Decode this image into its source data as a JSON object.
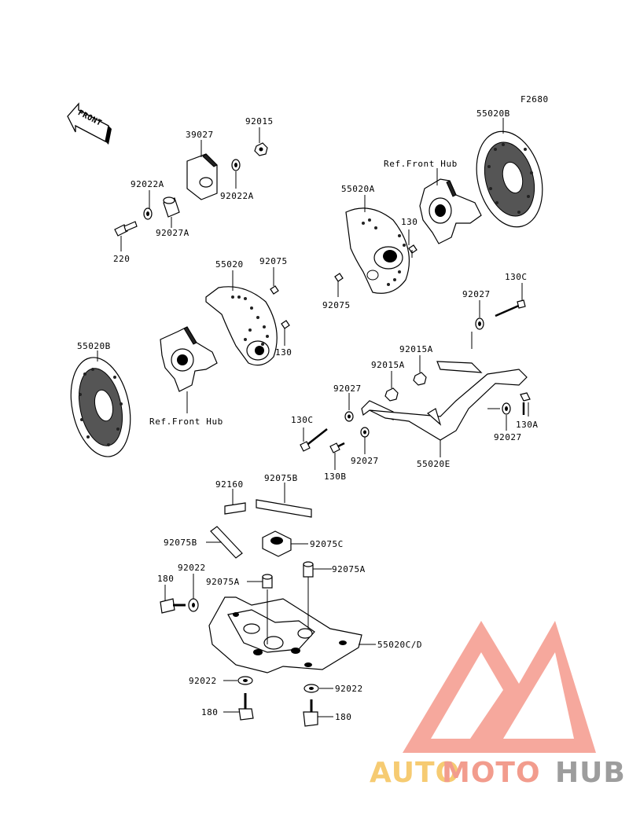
{
  "diagram": {
    "figure_code": "F2680",
    "front_arrow_label": "FRONT",
    "labels": {
      "l39027": "39027",
      "l92015": "92015",
      "l92022A_top": "92022A",
      "l92022A_right": "92022A",
      "l92027A": "92027A",
      "l220": "220",
      "l55020B_top": "55020B",
      "ref_front_hub_top": "Ref.Front Hub",
      "l55020A": "55020A",
      "l130_top": "130",
      "l92075_left": "92075",
      "l55020": "55020",
      "l92075_mid": "92075",
      "l130_mid": "130",
      "l55020B_left": "55020B",
      "ref_front_hub_left": "Ref.Front Hub",
      "l130C_top": "130C",
      "l92027_top": "92027",
      "l92015A_top": "92015A",
      "l92015A_mid": "92015A",
      "l92027_left": "92027",
      "l130A": "130A",
      "l92027_right": "92027",
      "l130C_left": "130C",
      "l92027_bottom": "92027",
      "l55020E": "55020E",
      "l130B": "130B",
      "l92160": "92160",
      "l92075B_top": "92075B",
      "l92075B_left": "92075B",
      "l92075C": "92075C",
      "l92022_upper": "92022",
      "l180_left": "180",
      "l92075A_left": "92075A",
      "l92075A_right": "92075A",
      "l55020CD": "55020C/D",
      "l92022_lower_left": "92022",
      "l92022_lower_right": "92022",
      "l180_bottom_left": "180",
      "l180_bottom_right": "180"
    }
  },
  "watermark": {
    "part1": "AUTO",
    "part2": "MOTO",
    "part3": "HUB",
    "colors": {
      "auto": "#f5c25a",
      "moto": "#f08b7a",
      "hub": "#8a8a8a",
      "triangle": "#f08080"
    }
  }
}
